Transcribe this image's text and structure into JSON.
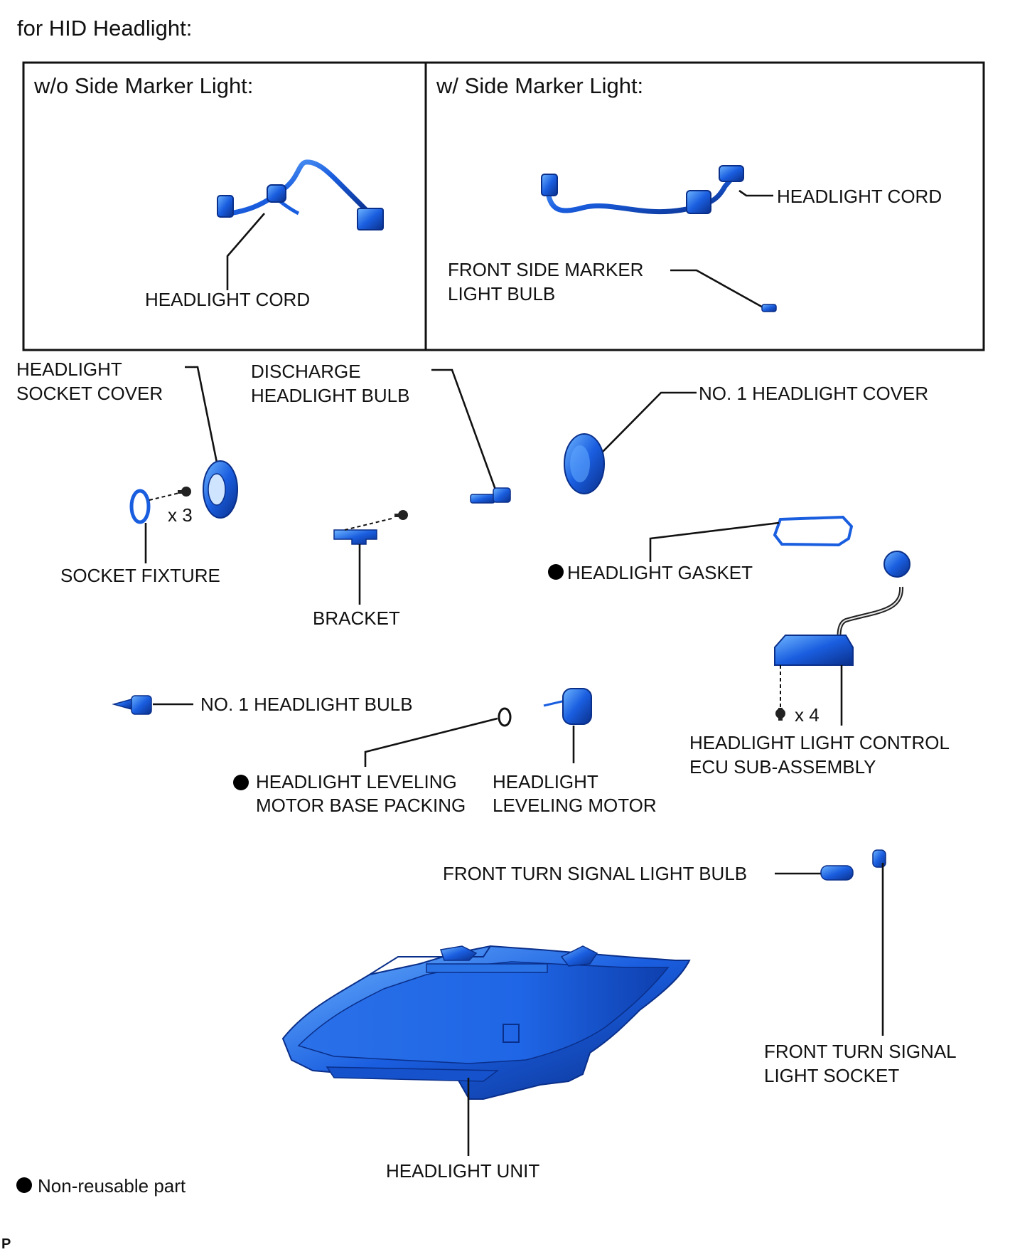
{
  "heading": "for HID Headlight:",
  "panels": {
    "left_title": "w/o Side Marker Light:",
    "right_title": "w/ Side Marker Light:"
  },
  "labels": {
    "headlight_cord_left": "HEADLIGHT CORD",
    "headlight_cord_right": "HEADLIGHT CORD",
    "front_side_marker_line1": "FRONT SIDE MARKER",
    "front_side_marker_line2": "LIGHT BULB",
    "socket_cover_line1": "HEADLIGHT",
    "socket_cover_line2": "SOCKET COVER",
    "discharge_line1": "DISCHARGE",
    "discharge_line2": "HEADLIGHT BULB",
    "no1_cover": "NO. 1 HEADLIGHT COVER",
    "socket_fixture": "SOCKET FIXTURE",
    "qty_x3": "x 3",
    "bracket": "BRACKET",
    "gasket": "HEADLIGHT GASKET",
    "no1_bulb": "NO. 1 HEADLIGHT BULB",
    "qty_x4": "x 4",
    "ecu_line1": "HEADLIGHT LIGHT CONTROL",
    "ecu_line2": "ECU SUB-ASSEMBLY",
    "packing_line1": "HEADLIGHT LEVELING",
    "packing_line2": "MOTOR BASE PACKING",
    "motor_line1": "HEADLIGHT",
    "motor_line2": "LEVELING MOTOR",
    "turn_bulb": "FRONT TURN SIGNAL LIGHT BULB",
    "turn_socket_line1": "FRONT TURN SIGNAL",
    "turn_socket_line2": "LIGHT SOCKET",
    "headlight_unit": "HEADLIGHT UNIT",
    "legend_text": "Non-reusable part",
    "corner_mark": "P"
  },
  "colors": {
    "part_fill": "#1a5ee0",
    "part_light": "#4d9cff",
    "part_dark": "#0a2f8a",
    "line": "#111111",
    "marker": "#000000"
  }
}
